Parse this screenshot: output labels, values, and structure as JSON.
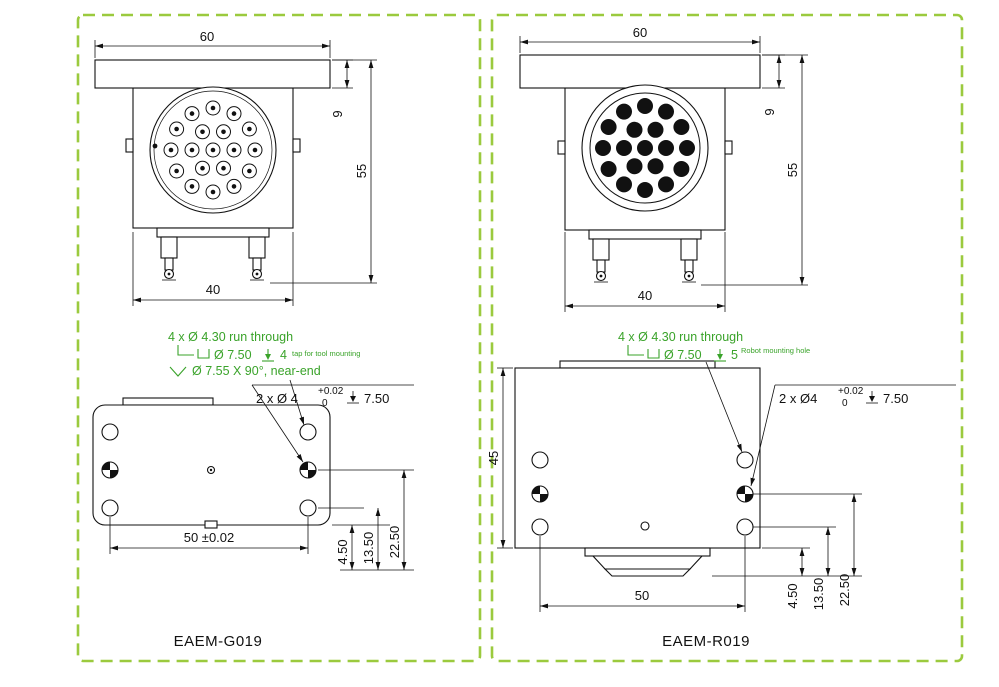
{
  "colors": {
    "border_green": "#9bca3e",
    "callout_green": "#3aa32a",
    "line_black": "#111111"
  },
  "left": {
    "label": "EAEM-G019",
    "front": {
      "width": "60",
      "flange_height": "9",
      "height": "55",
      "base_width": "40"
    },
    "plan": {
      "thru_callout": "4 x  Ø 4.30  run through",
      "cbore_dia": "Ø 7.50",
      "cbore_depth": "4",
      "cbore_note": "tap for tool mounting",
      "csink_callout": "Ø 7.55 X 90°, near-end",
      "dowel_callout": "2 x  Ø 4",
      "dowel_tol_upper": "+0.02",
      "dowel_tol_lower": "0",
      "dowel_depth": "7.50",
      "width": "50 ±0.02",
      "dim_a": "4.50",
      "dim_b": "13.50",
      "dim_c": "22.50"
    }
  },
  "right": {
    "label": "EAEM-R019",
    "front": {
      "width": "60",
      "flange_height": "9",
      "height": "55",
      "base_width": "40"
    },
    "plan": {
      "thru_callout": "4 x  Ø 4.30  run through",
      "cbore_dia": "Ø 7.50",
      "cbore_depth": "5",
      "cbore_note": "Robot mounting hole",
      "dowel_callout": "2 x  Ø4",
      "dowel_tol_upper": "+0.02",
      "dowel_tol_lower": "0",
      "dowel_depth": "7.50",
      "width": "50",
      "height": "45",
      "dim_a": "4.50",
      "dim_b": "13.50",
      "dim_c": "22.50"
    }
  }
}
